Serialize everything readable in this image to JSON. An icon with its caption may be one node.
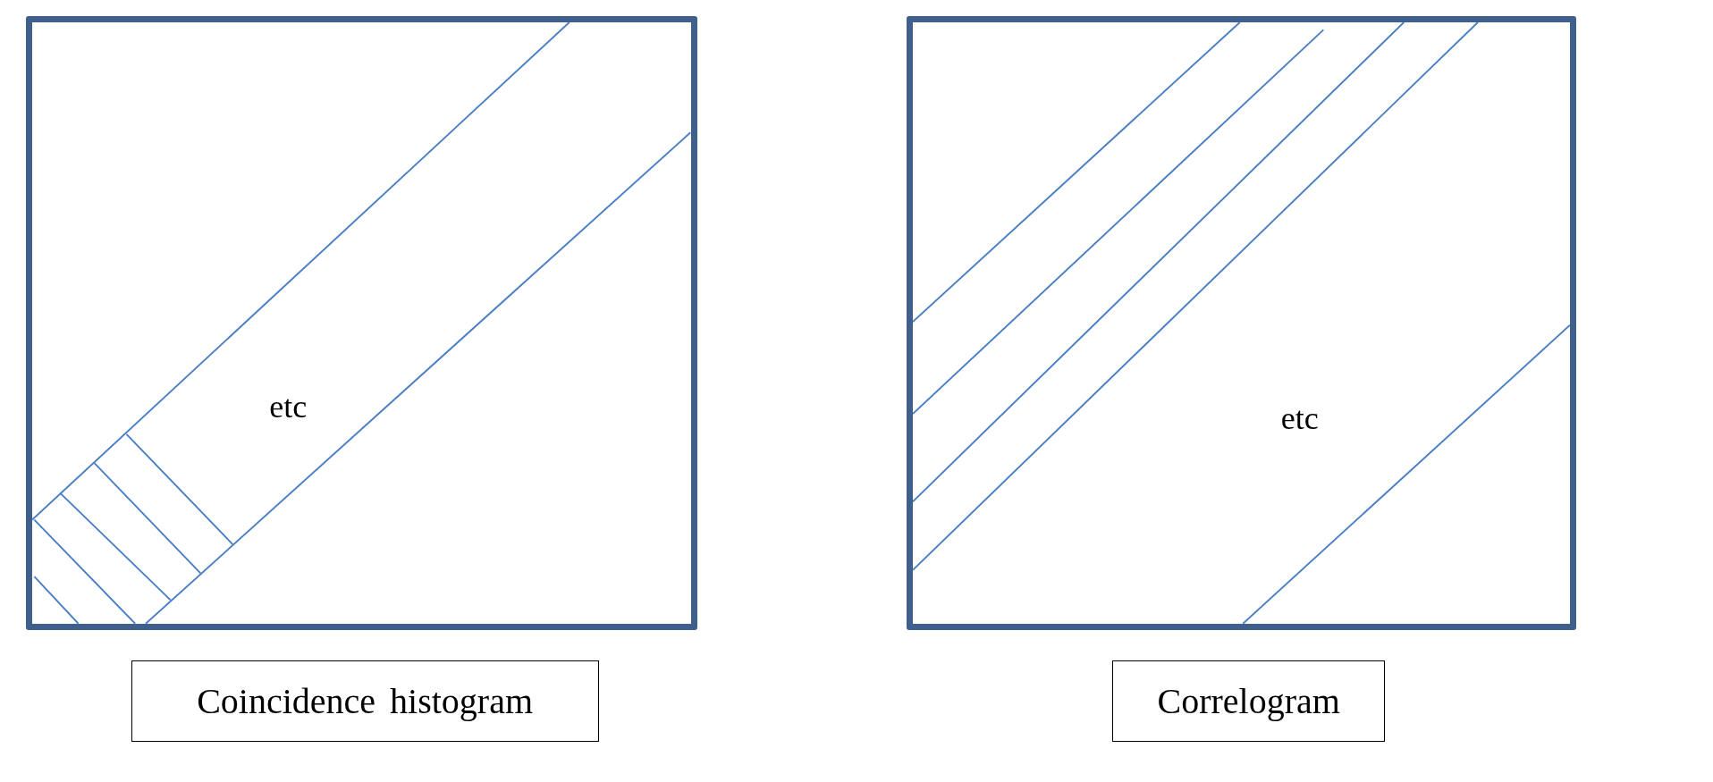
{
  "diagram": {
    "nodes": [
      {
        "text": [
          "etc"
        ]
      },
      {
        "text": [
          "etc"
        ]
      },
      {
        "text": [
          "Coincidence histogram"
        ]
      },
      {
        "text": [
          "Correlogram"
        ]
      }
    ]
  }
}
